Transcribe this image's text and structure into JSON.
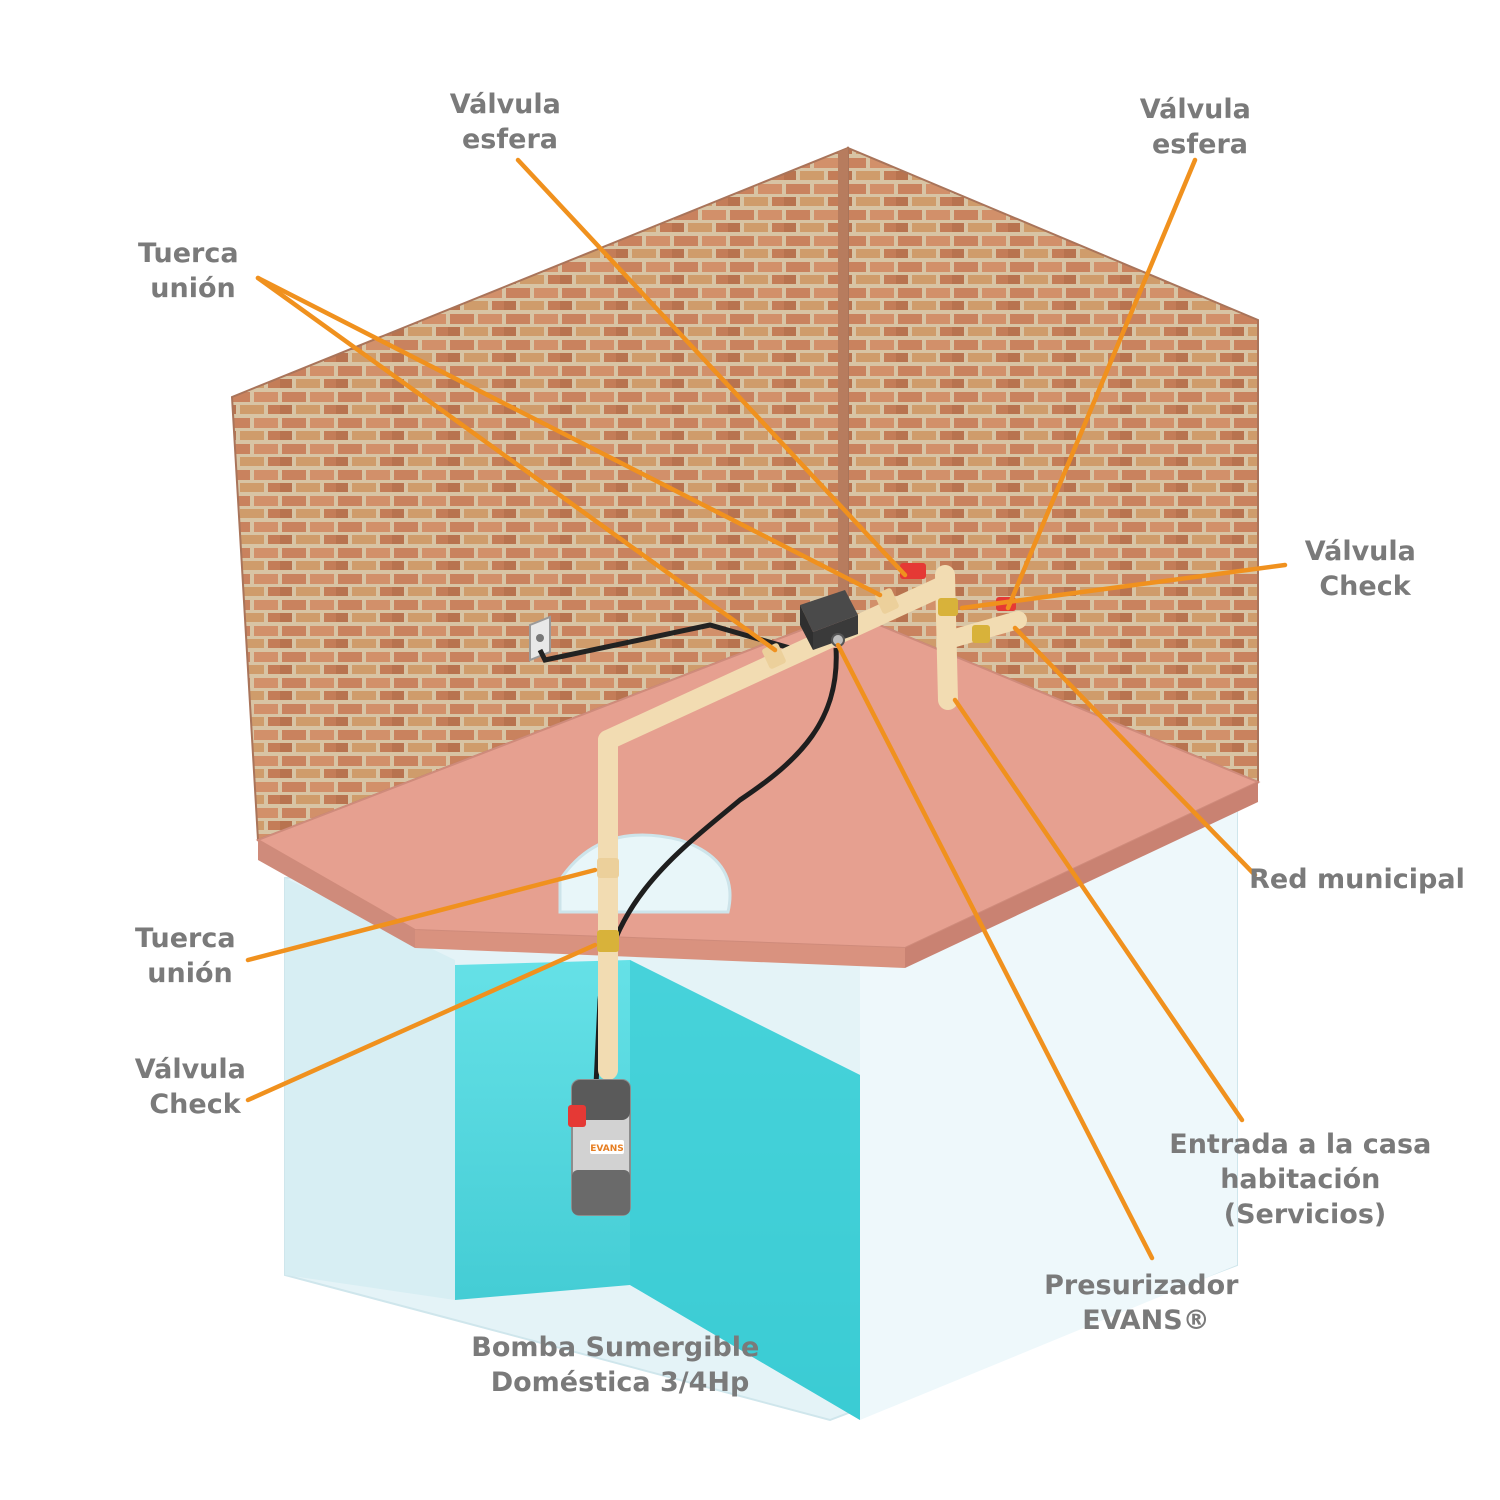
{
  "labels": {
    "valvula_esfera_1": [
      "Válvula",
      "esfera"
    ],
    "valvula_esfera_2": [
      "Válvula",
      "esfera"
    ],
    "tuerca_union_top": [
      "Tuerca",
      "unión"
    ],
    "valvula_check_top": [
      "Válvula",
      "Check"
    ],
    "red_municipal": [
      "Red municipal"
    ],
    "tuerca_union_bottom": [
      "Tuerca",
      "unión"
    ],
    "valvula_check_bottom": [
      "Válvula",
      "Check"
    ],
    "entrada_casa": [
      "Entrada a la casa",
      "habitación",
      "(Servicios)"
    ],
    "presurizador": [
      "Presurizador",
      "EVANS®"
    ],
    "bomba": [
      "Bomba Sumergible",
      "Doméstica 3/4Hp"
    ]
  },
  "pump_brand": "EVANS",
  "colors": {
    "leader": "#f0911e",
    "label_text": "#7a7a7a",
    "brick": "#c9825e",
    "mortar": "#d8c4a4",
    "floor": "#e5a08f",
    "water": "#43d3da",
    "tank": "#e3f3f7",
    "pipe": "#f2dcb2",
    "valve_red": "#e53935",
    "union_yellow": "#d8b23a"
  }
}
